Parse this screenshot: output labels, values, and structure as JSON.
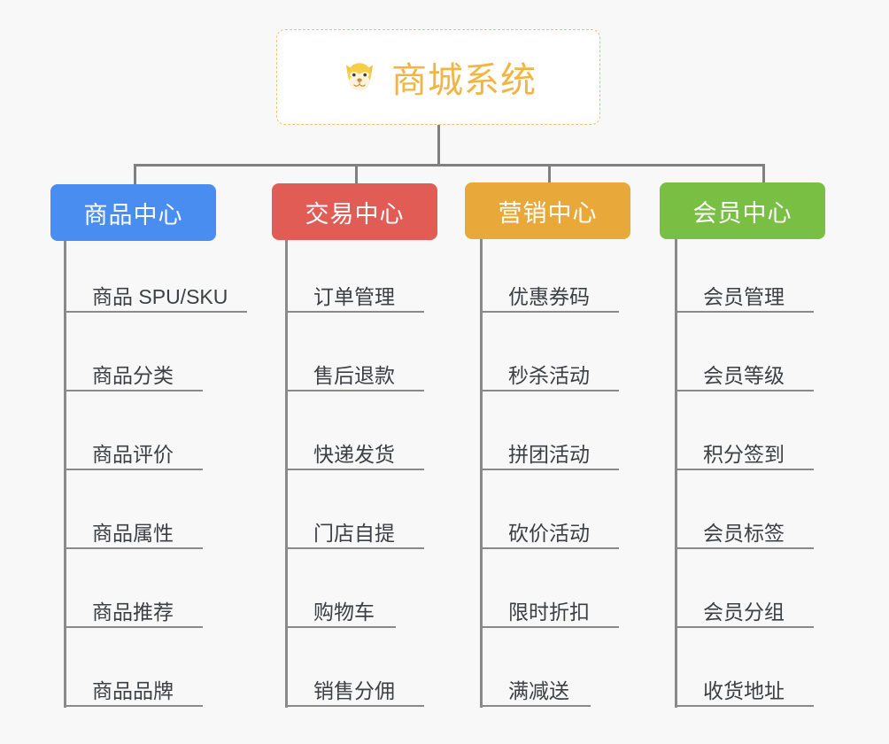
{
  "canvas": {
    "background": "#f8f8f8",
    "connector_color": "#808080"
  },
  "root": {
    "title": "商城系统",
    "icon": "shiba-dog-face-icon",
    "text_color": "#f2b544",
    "border_color": "#f0c36d",
    "background": "#ffffff"
  },
  "branches": [
    {
      "label": "商品中心",
      "color": "#4a8df0",
      "items": [
        "商品 SPU/SKU",
        "商品分类",
        "商品评价",
        "商品属性",
        "商品推荐",
        "商品品牌"
      ]
    },
    {
      "label": "交易中心",
      "color": "#e05c55",
      "items": [
        "订单管理",
        "售后退款",
        "快递发货",
        "门店自提",
        "购物车",
        "销售分佣"
      ]
    },
    {
      "label": "营销中心",
      "color": "#e8a93a",
      "items": [
        "优惠券码",
        "秒杀活动",
        "拼团活动",
        "砍价活动",
        "限时折扣",
        "满减送"
      ]
    },
    {
      "label": "会员中心",
      "color": "#79bf43",
      "items": [
        "会员管理",
        "会员等级",
        "积分签到",
        "会员标签",
        "会员分组",
        "收货地址"
      ]
    }
  ],
  "layout": {
    "branch_x": [
      72,
      292,
      512,
      732
    ],
    "header_widths": [
      187,
      187,
      187,
      187
    ],
    "item_baselines": [
      353,
      442,
      531,
      620,
      709,
      798
    ],
    "item_underline_widths": [
      [
        207,
        157,
        157,
        157,
        157,
        157
      ],
      [
        157,
        157,
        157,
        157,
        125,
        157
      ],
      [
        157,
        157,
        157,
        157,
        157,
        125
      ],
      [
        157,
        157,
        157,
        157,
        157,
        157
      ]
    ]
  }
}
